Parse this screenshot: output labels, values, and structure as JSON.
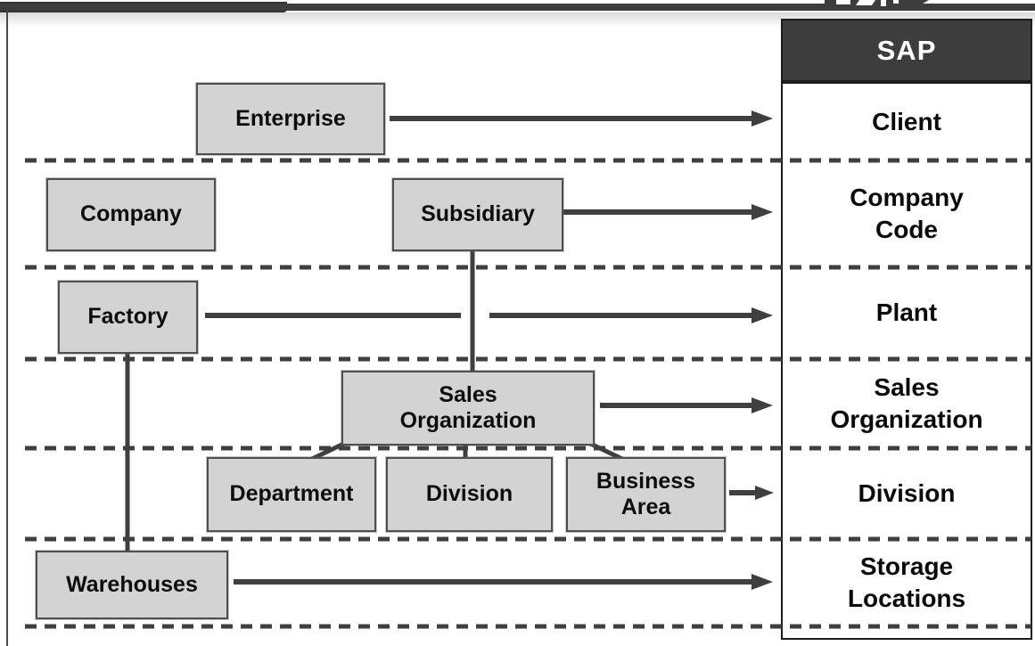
{
  "slide": {
    "description_colors": {
      "box_fill": "#d3d3d3",
      "box_border": "#4f4f4f",
      "connector": "#3f3f3f",
      "header_bg": "#3d3d3d",
      "header_text": "#ffffff",
      "table_bg": "#ffffff",
      "table_border": "#1c1c1c"
    },
    "logo_fragment_icon": "sap-logo-cropped"
  },
  "org_boxes": [
    {
      "id": "enterprise",
      "label": "Enterprise",
      "lines": [
        "Enterprise"
      ]
    },
    {
      "id": "company",
      "label": "Company",
      "lines": [
        "Company"
      ]
    },
    {
      "id": "subsidiary",
      "label": "Subsidiary",
      "lines": [
        "Subsidiary"
      ]
    },
    {
      "id": "factory",
      "label": "Factory",
      "lines": [
        "Factory"
      ]
    },
    {
      "id": "sales-organization",
      "label": "Sales Organization",
      "lines": [
        "Sales",
        "Organization"
      ]
    },
    {
      "id": "department",
      "label": "Department",
      "lines": [
        "Department"
      ]
    },
    {
      "id": "division",
      "label": "Division",
      "lines": [
        "Division"
      ]
    },
    {
      "id": "business-area",
      "label": "Business Area",
      "lines": [
        "Business",
        "Area"
      ]
    },
    {
      "id": "warehouses",
      "label": "Warehouses",
      "lines": [
        "Warehouses"
      ]
    }
  ],
  "sap_column": {
    "header": "SAP",
    "rows": [
      {
        "label": "Client",
        "lines": [
          "Client"
        ]
      },
      {
        "label": "Company Code",
        "lines": [
          "Company",
          "Code"
        ]
      },
      {
        "label": "Plant",
        "lines": [
          "Plant"
        ]
      },
      {
        "label": "Sales Organization",
        "lines": [
          "Sales",
          "Organization"
        ]
      },
      {
        "label": "Division",
        "lines": [
          "Division"
        ]
      },
      {
        "label": "Storage Locations",
        "lines": [
          "Storage",
          "Locations"
        ]
      }
    ]
  }
}
